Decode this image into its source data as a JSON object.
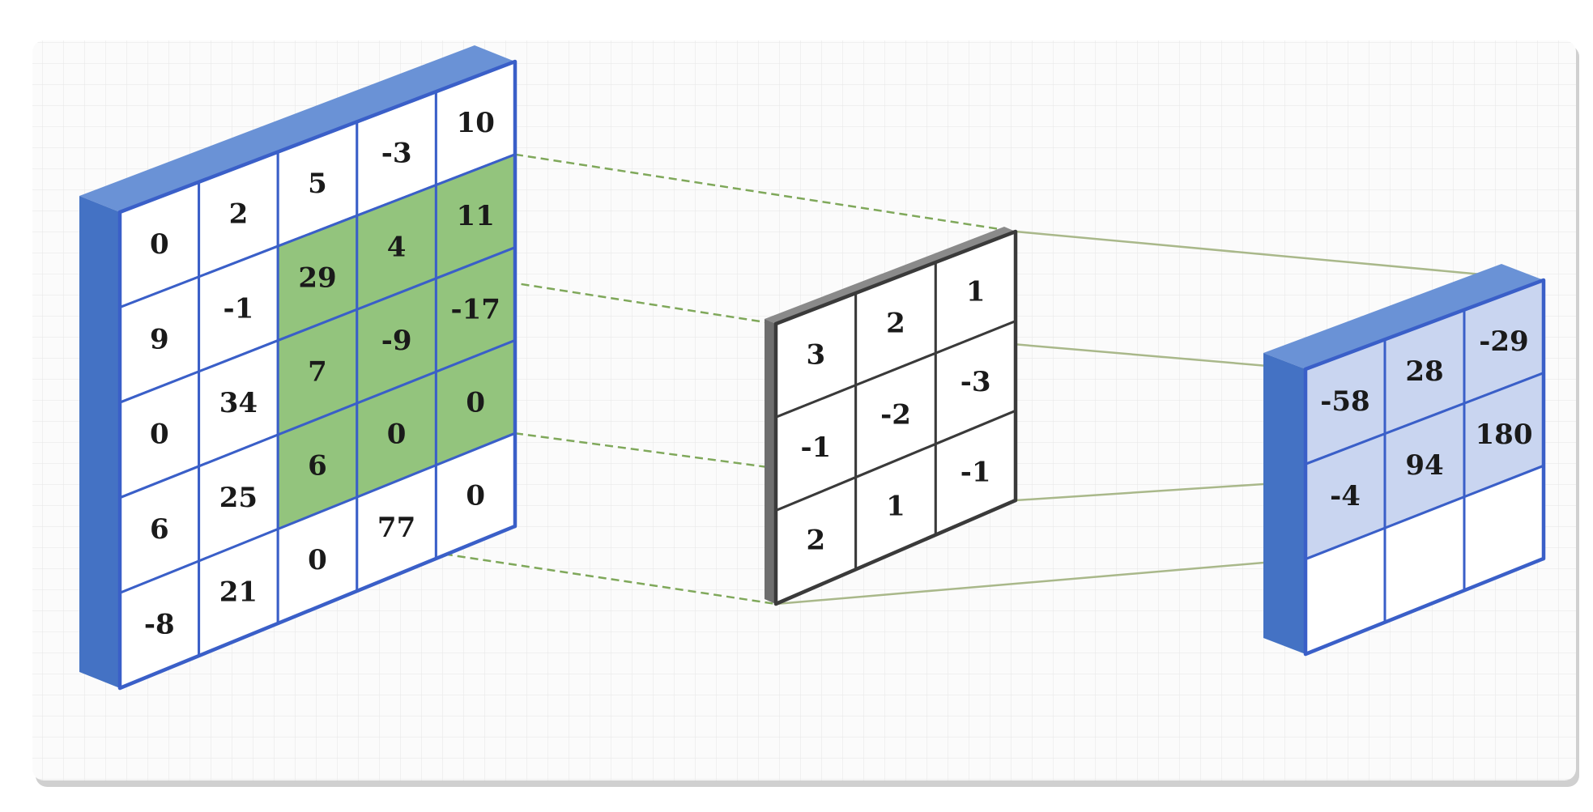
{
  "input_matrix": {
    "values": [
      [
        "0",
        "2",
        "5",
        "-3",
        "10"
      ],
      [
        "9",
        "-1",
        "29",
        "4",
        "11"
      ],
      [
        "0",
        "34",
        "7",
        "-9",
        "-17"
      ],
      [
        "6",
        "25",
        "6",
        "0",
        "0"
      ],
      [
        "-8",
        "21",
        "0",
        "77",
        "0"
      ]
    ],
    "highlighted_window": {
      "row_start": 1,
      "col_start": 2,
      "size": 3
    },
    "colors": {
      "face_fill": "#ffffff",
      "grid_line": "#3a5fc8",
      "side": "#4472c4",
      "side_dark": "#3a62b5",
      "top": "#6a92d6",
      "highlight": "#93c47d"
    }
  },
  "kernel_matrix": {
    "values": [
      [
        "3",
        "2",
        "1"
      ],
      [
        "-1",
        "-2",
        "-3"
      ],
      [
        "2",
        "1",
        "-1"
      ]
    ],
    "colors": {
      "face_fill": "#ffffff",
      "grid_line": "#3a3a3a",
      "side": "#6e6e6e",
      "top": "#8a8a8a"
    }
  },
  "output_matrix": {
    "values": [
      [
        "-58",
        "28",
        "-29"
      ],
      [
        "-4",
        "94",
        "180"
      ],
      [
        "",
        "",
        ""
      ]
    ],
    "filled_rows": 2,
    "colors": {
      "face_fill": "#ffffff",
      "filled_cell": "#c9d5f0",
      "grid_line": "#3a5fc8",
      "side": "#4472c4",
      "side_dark": "#3a62b5",
      "top": "#6a92d6"
    }
  },
  "connector_colors": {
    "input_to_kernel": "#7fa85a",
    "kernel_to_output": "#a9b88a"
  },
  "background": {
    "panel_fill": "#fbfbfb",
    "grid_color": "#e6e6e6",
    "panel_shadow": "#d0d0d0"
  }
}
